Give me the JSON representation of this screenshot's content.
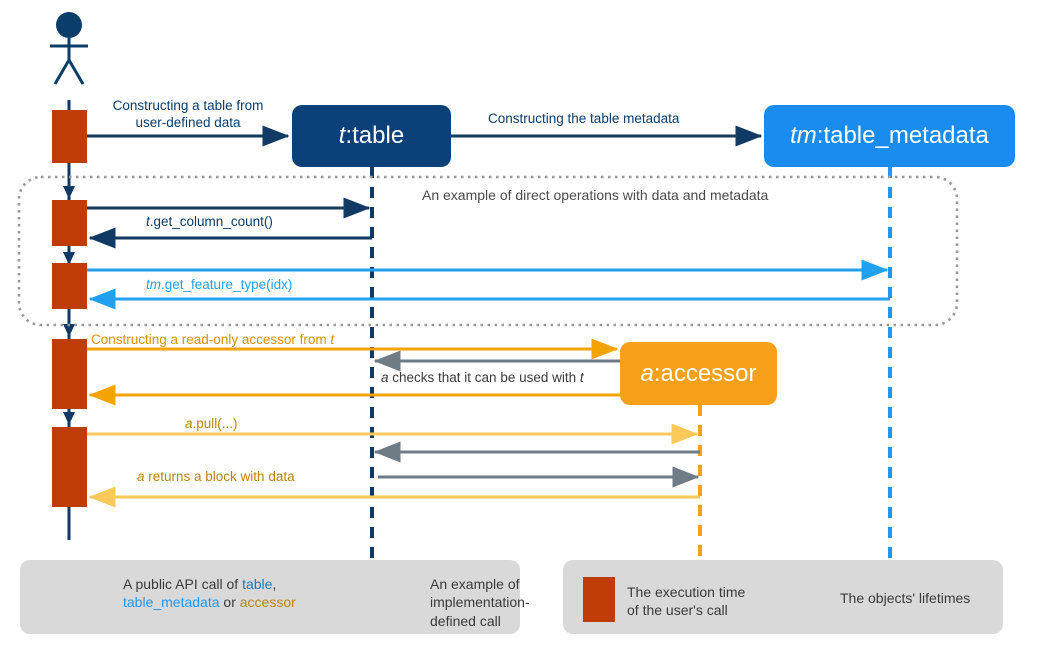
{
  "diagram": {
    "type": "uml-sequence-diagram",
    "title": "table / table_metadata / accessor interaction",
    "colors": {
      "navy": "#0b3d6b",
      "navy_dark": "#103a63",
      "table_fill": "#0b4178",
      "light_blue": "#22a0f0",
      "metadata_fill": "#1a8cf0",
      "orange": "#f5a300",
      "orange_light": "#fbc85a",
      "accessor_fill": "#f9a01b",
      "exec_bar": "#c03c06",
      "gray_arrow": "#6f7b85",
      "frame_dotted": "#9a9a9a",
      "legend_bg": "#d9d9d9",
      "accessor_text": "#b8860b",
      "white": "#ffffff"
    }
  },
  "actor": {
    "name": "user-actor",
    "label": ""
  },
  "participants": [
    {
      "id": "table",
      "name_part": "t",
      "separator": " : ",
      "type_part": "table",
      "fill": "#0b4178",
      "lifeline_color": "#103a63"
    },
    {
      "id": "table_metadata",
      "name_part": "tm",
      "separator": " : ",
      "type_part": "table_metadata",
      "fill": "#1a8cf0",
      "lifeline_color": "#2196f3"
    },
    {
      "id": "accessor",
      "name_part": "a",
      "separator": " : ",
      "type_part": "accessor",
      "fill": "#f9a01b",
      "lifeline_color": "#f9a01b"
    }
  ],
  "messages": [
    {
      "id": "construct-table",
      "line1": "Constructing a table from",
      "line2": "user-defined data",
      "color": "#0b3d6b",
      "kind": "public-api"
    },
    {
      "id": "construct-metadata",
      "line1": "Constructing the table metadata",
      "line2": "",
      "color": "#0b3d6b",
      "kind": "public-api"
    },
    {
      "id": "get-column-count",
      "text_italic": "t",
      "text_rest": ".get_column_count()",
      "color": "#0b3d6b",
      "kind": "public-api"
    },
    {
      "id": "get-feature-type",
      "text_italic": "tm",
      "text_rest": ".get_feature_type(idx)",
      "color": "#22a0f0",
      "kind": "public-api"
    },
    {
      "id": "construct-accessor",
      "text_prefix": "Constructing a read-only accessor from ",
      "text_italic": "t",
      "color": "#d79100",
      "kind": "public-api"
    },
    {
      "id": "accessor-checks",
      "text_italic": "a",
      "text_rest": " checks that it can be used with ",
      "text_italic2": "t",
      "color": "#3a3a3a",
      "kind": "implementation-defined"
    },
    {
      "id": "accessor-pull",
      "text_italic": "a",
      "text_rest": ".pull(...)",
      "color": "#b8860b",
      "kind": "public-api"
    },
    {
      "id": "accessor-returns-block",
      "text_italic": "a",
      "text_rest": " returns a block with data",
      "color": "#b8860b",
      "kind": "public-api"
    }
  ],
  "frame": {
    "id": "direct-operations-frame",
    "label": "An example of direct operations with data and metadata",
    "style": "dotted"
  },
  "legend": {
    "items": [
      {
        "id": "public-api-call",
        "line_a": "A public API call of ",
        "word_table": "table",
        "comma": ",",
        "line_b_word_metadata": "table_metadata",
        "line_b_or": " or ",
        "line_b_word_accessor": "accessor",
        "arrow_colors": [
          "#0b3d6b",
          "#22a0f0",
          "#f5a300"
        ]
      },
      {
        "id": "implementation-defined-call",
        "line1": "An example of",
        "line2": "implementation-",
        "line3": "defined call",
        "arrow_color": "#6f7b85"
      },
      {
        "id": "execution-time",
        "line1": "The execution time",
        "line2": "of the user's call",
        "swatch_color": "#c03c06"
      },
      {
        "id": "objects-lifetimes",
        "line1": "The objects' lifetimes",
        "swatch_colors": [
          "#103a63",
          "#2196f3",
          "#f9a01b"
        ]
      }
    ]
  }
}
